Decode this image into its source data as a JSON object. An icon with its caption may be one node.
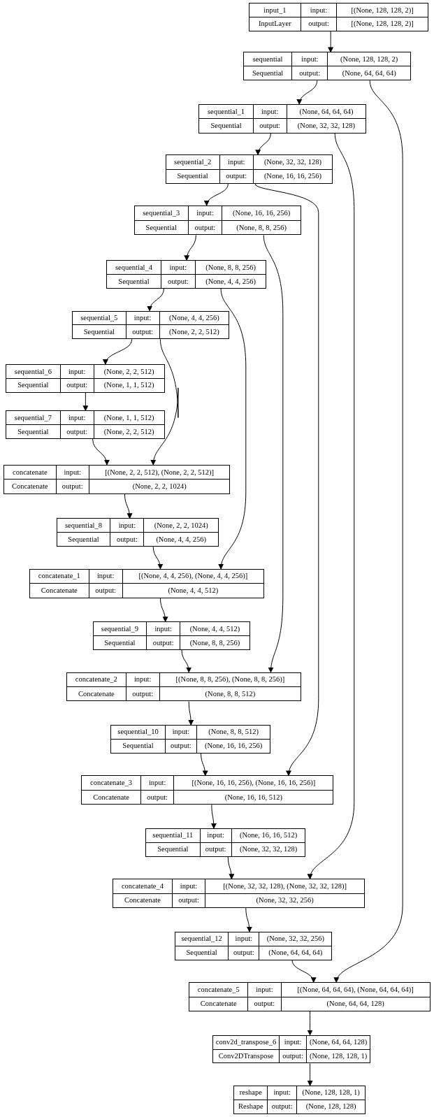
{
  "diagram": {
    "nodes": [
      {
        "text": [
          "input_1",
          "input:",
          "[(None, 128, 128, 2)]",
          "InputLayer",
          "output:",
          "[(None, 128, 128, 2)]"
        ]
      },
      {
        "text": [
          "sequential",
          "input:",
          "(None, 128, 128, 2)",
          "Sequential",
          "output:",
          "(None, 64, 64, 64)"
        ]
      },
      {
        "text": [
          "sequential_1",
          "input:",
          "(None, 64, 64, 64)",
          "Sequential",
          "output:",
          "(None, 32, 32, 128)"
        ]
      },
      {
        "text": [
          "sequential_2",
          "input:",
          "(None, 32, 32, 128)",
          "Sequential",
          "output:",
          "(None, 16, 16, 256)"
        ]
      },
      {
        "text": [
          "sequential_3",
          "input:",
          "(None, 16, 16, 256)",
          "Sequential",
          "output:",
          "(None, 8, 8, 256)"
        ]
      },
      {
        "text": [
          "sequential_4",
          "input:",
          "(None, 8, 8, 256)",
          "Sequential",
          "output:",
          "(None, 4, 4, 256)"
        ]
      },
      {
        "text": [
          "sequential_5",
          "input:",
          "(None, 4, 4, 256)",
          "Sequential",
          "output:",
          "(None, 2, 2, 512)"
        ]
      },
      {
        "text": [
          "sequential_6",
          "input:",
          "(None, 2, 2, 512)",
          "Sequential",
          "output:",
          "(None, 1, 1, 512)"
        ]
      },
      {
        "text": [
          "sequential_7",
          "input:",
          "(None, 1, 1, 512)",
          "Sequential",
          "output:",
          "(None, 2, 2, 512)"
        ]
      },
      {
        "text": [
          "concatenate",
          "input:",
          "[(None, 2, 2, 512), (None, 2, 2, 512)]",
          "Concatenate",
          "output:",
          "(None, 2, 2, 1024)"
        ]
      },
      {
        "text": [
          "sequential_8",
          "input:",
          "(None, 2, 2, 1024)",
          "Sequential",
          "output:",
          "(None, 4, 4, 256)"
        ]
      },
      {
        "text": [
          "concatenate_1",
          "input:",
          "[(None, 4, 4, 256), (None, 4, 4, 256)]",
          "Concatenate",
          "output:",
          "(None, 4, 4, 512)"
        ]
      },
      {
        "text": [
          "sequential_9",
          "input:",
          "(None, 4, 4, 512)",
          "Sequential",
          "output:",
          "(None, 8, 8, 256)"
        ]
      },
      {
        "text": [
          "concatenate_2",
          "input:",
          "[(None, 8, 8, 256), (None, 8, 8, 256)]",
          "Concatenate",
          "output:",
          "(None, 8, 8, 512)"
        ]
      },
      {
        "text": [
          "sequential_10",
          "input:",
          "(None, 8, 8, 512)",
          "Sequential",
          "output:",
          "(None, 16, 16, 256)"
        ]
      },
      {
        "text": [
          "concatenate_3",
          "input:",
          "[(None, 16, 16, 256), (None, 16, 16, 256)]",
          "Concatenate",
          "output:",
          "(None, 16, 16, 512)"
        ]
      },
      {
        "text": [
          "sequential_11",
          "input:",
          "(None, 16, 16, 512)",
          "Sequential",
          "output:",
          "(None, 32, 32, 128)"
        ]
      },
      {
        "text": [
          "concatenate_4",
          "input:",
          "[(None, 32, 32, 128), (None, 32, 32, 128)]",
          "Concatenate",
          "output:",
          "(None, 32, 32, 256)"
        ]
      },
      {
        "text": [
          "sequential_12",
          "input:",
          "(None, 32, 32, 256)",
          "Sequential",
          "output:",
          "(None, 64, 64, 64)"
        ]
      },
      {
        "text": [
          "concatenate_5",
          "input:",
          "[(None, 64, 64, 64), (None, 64, 64, 64)]",
          "Concatenate",
          "output:",
          "(None, 64, 64, 128)"
        ]
      },
      {
        "text": [
          "conv2d_transpose_6",
          "input:",
          "(None, 64, 64, 128)",
          "Conv2DTranspose",
          "output:",
          "(None, 128, 128, 1)"
        ]
      },
      {
        "text": [
          "reshape",
          "input:",
          "(None, 128, 128, 1)",
          "Reshape",
          "output:",
          "(None, 128, 128)"
        ]
      }
    ],
    "edges": [
      {
        "from": 0,
        "to": 1,
        "arrow": "to"
      },
      {
        "from": 1,
        "to": 2,
        "arrow": "to"
      },
      {
        "from": 1,
        "to": 19,
        "arrow": "to"
      },
      {
        "from": 2,
        "to": 3,
        "arrow": "to"
      },
      {
        "from": 2,
        "to": 17,
        "arrow": "to"
      },
      {
        "from": 3,
        "to": 4,
        "arrow": "to"
      },
      {
        "from": 3,
        "to": 15,
        "arrow": "to"
      },
      {
        "from": 4,
        "to": 5,
        "arrow": "to"
      },
      {
        "from": 4,
        "to": 13,
        "arrow": "to"
      },
      {
        "from": 5,
        "to": 6,
        "arrow": "to"
      },
      {
        "from": 5,
        "to": 11,
        "arrow": "to"
      },
      {
        "from": 6,
        "to": 7,
        "arrow": "to"
      },
      {
        "from": 6,
        "to": 9,
        "arrow": "to"
      },
      {
        "from": 7,
        "to": 8,
        "arrow": "to"
      },
      {
        "from": 8,
        "to": 9,
        "arrow": "to"
      },
      {
        "from": 9,
        "to": 10,
        "arrow": "to"
      },
      {
        "from": 10,
        "to": 11,
        "arrow": "to"
      },
      {
        "from": 11,
        "to": 12,
        "arrow": "to"
      },
      {
        "from": 12,
        "to": 13,
        "arrow": "to"
      },
      {
        "from": 13,
        "to": 14,
        "arrow": "to"
      },
      {
        "from": 14,
        "to": 15,
        "arrow": "to"
      },
      {
        "from": 15,
        "to": 16,
        "arrow": "to"
      },
      {
        "from": 16,
        "to": 17,
        "arrow": "to"
      },
      {
        "from": 17,
        "to": 18,
        "arrow": "to"
      },
      {
        "from": 18,
        "to": 19,
        "arrow": "to"
      },
      {
        "from": 19,
        "to": 20,
        "arrow": "to"
      },
      {
        "from": 20,
        "to": 21,
        "arrow": "to"
      }
    ]
  }
}
